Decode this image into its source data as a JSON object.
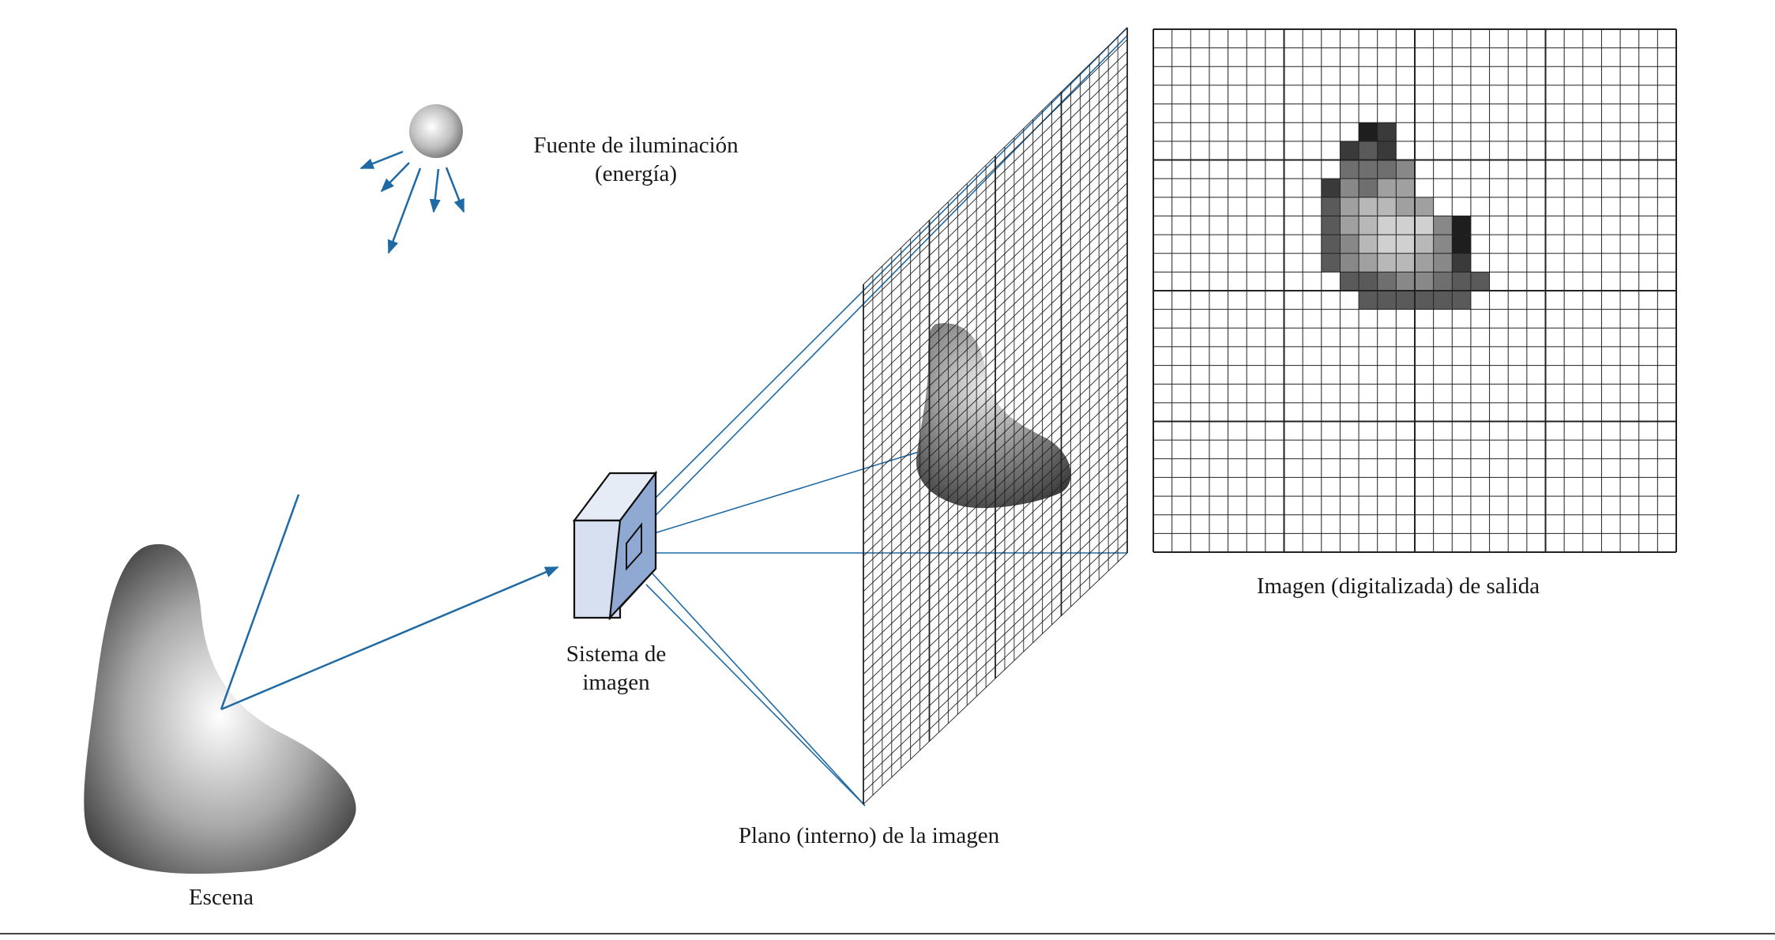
{
  "labels": {
    "light_line1": "Fuente de iluminación",
    "light_line2": "(energía)",
    "imaging_line1": "Sistema de",
    "imaging_line2": "imagen",
    "scene": "Escena",
    "plane": "Plano (interno) de la imagen",
    "output": "Imagen (digitalizada) de salida"
  },
  "colors": {
    "ray": "#1f6aa5",
    "grid": "#222222",
    "camera_front": "#d7e0f0",
    "camera_side": "#8fa9d3",
    "bottom_rule": "#444444"
  },
  "output_image": {
    "grid_size": 28,
    "pixels": [
      [
        5,
        11,
        1,
        2
      ],
      [
        6,
        10,
        2,
        3,
        2
      ],
      [
        7,
        10,
        4,
        4,
        4,
        5
      ],
      [
        8,
        9,
        2,
        5,
        4,
        6,
        6
      ],
      [
        9,
        9,
        3,
        6,
        7,
        7,
        6,
        6
      ],
      [
        10,
        9,
        3,
        6,
        7,
        8,
        8,
        8,
        5,
        1
      ],
      [
        11,
        9,
        3,
        5,
        7,
        8,
        8,
        7,
        5,
        1
      ],
      [
        12,
        9,
        3,
        5,
        6,
        7,
        7,
        6,
        5,
        2
      ],
      [
        13,
        10,
        3,
        3,
        4,
        5,
        5,
        4,
        3,
        3
      ],
      [
        14,
        11,
        3,
        3,
        3,
        3,
        3,
        3
      ]
    ]
  }
}
